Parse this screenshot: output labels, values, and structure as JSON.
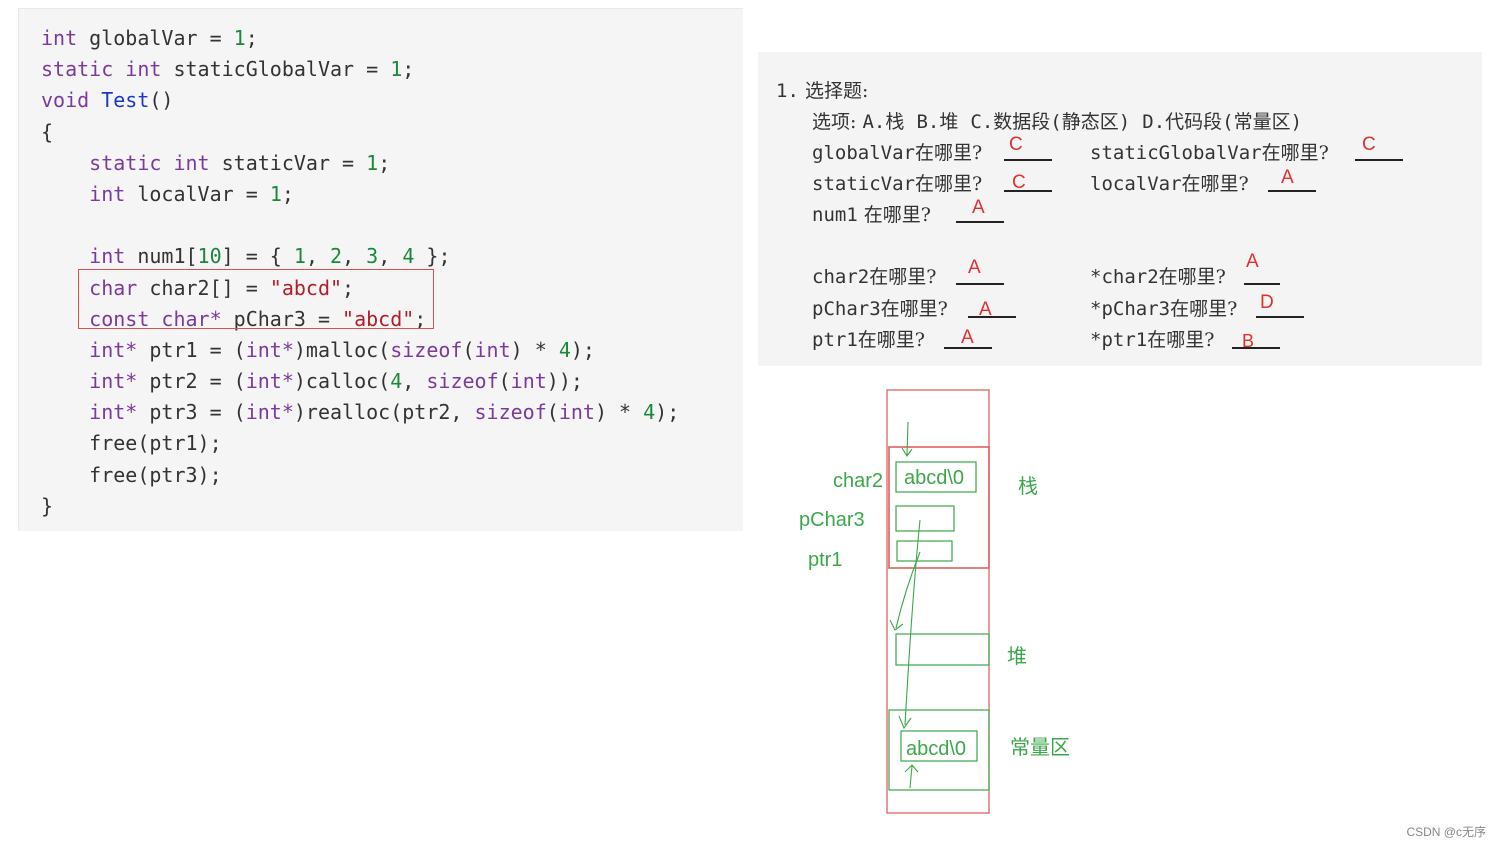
{
  "code": {
    "lines": [
      [
        [
          "kw",
          "int"
        ],
        [
          "plain",
          " globalVar "
        ],
        [
          "plain",
          "= "
        ],
        [
          "num",
          "1"
        ],
        [
          "plain",
          ";"
        ]
      ],
      [
        [
          "kw",
          "static int"
        ],
        [
          "plain",
          " staticGlobalVar "
        ],
        [
          "plain",
          "= "
        ],
        [
          "num",
          "1"
        ],
        [
          "plain",
          ";"
        ]
      ],
      [
        [
          "kw",
          "void"
        ],
        [
          "plain",
          " "
        ],
        [
          "fn",
          "Test"
        ],
        [
          "plain",
          "()"
        ]
      ],
      [
        [
          "plain",
          "{"
        ]
      ],
      [
        [
          "plain",
          "    "
        ],
        [
          "kw",
          "static int"
        ],
        [
          "plain",
          " staticVar "
        ],
        [
          "plain",
          "= "
        ],
        [
          "num",
          "1"
        ],
        [
          "plain",
          ";"
        ]
      ],
      [
        [
          "plain",
          "    "
        ],
        [
          "kw",
          "int"
        ],
        [
          "plain",
          " localVar "
        ],
        [
          "plain",
          "= "
        ],
        [
          "num",
          "1"
        ],
        [
          "plain",
          ";"
        ]
      ],
      [],
      [
        [
          "plain",
          "    "
        ],
        [
          "kw",
          "int"
        ],
        [
          "plain",
          " num1["
        ],
        [
          "num",
          "10"
        ],
        [
          "plain",
          "] = { "
        ],
        [
          "num",
          "1"
        ],
        [
          "plain",
          ", "
        ],
        [
          "num",
          "2"
        ],
        [
          "plain",
          ", "
        ],
        [
          "num",
          "3"
        ],
        [
          "plain",
          ", "
        ],
        [
          "num",
          "4"
        ],
        [
          "plain",
          " };"
        ]
      ],
      [
        [
          "plain",
          "    "
        ],
        [
          "kw",
          "char"
        ],
        [
          "plain",
          " char2[] = "
        ],
        [
          "str",
          "\"abcd\""
        ],
        [
          "plain",
          ";"
        ]
      ],
      [
        [
          "plain",
          "    "
        ],
        [
          "kw",
          "const char*"
        ],
        [
          "plain",
          " pChar3 = "
        ],
        [
          "str",
          "\"abcd\""
        ],
        [
          "plain",
          ";"
        ]
      ],
      [
        [
          "plain",
          "    "
        ],
        [
          "kw",
          "int*"
        ],
        [
          "plain",
          " ptr1 = ("
        ],
        [
          "kw",
          "int*"
        ],
        [
          "plain",
          ")malloc("
        ],
        [
          "kw",
          "sizeof"
        ],
        [
          "plain",
          "("
        ],
        [
          "kw",
          "int"
        ],
        [
          "plain",
          ") * "
        ],
        [
          "num",
          "4"
        ],
        [
          "plain",
          ");"
        ]
      ],
      [
        [
          "plain",
          "    "
        ],
        [
          "kw",
          "int*"
        ],
        [
          "plain",
          " ptr2 = ("
        ],
        [
          "kw",
          "int*"
        ],
        [
          "plain",
          ")calloc("
        ],
        [
          "num",
          "4"
        ],
        [
          "plain",
          ", "
        ],
        [
          "kw",
          "sizeof"
        ],
        [
          "plain",
          "("
        ],
        [
          "kw",
          "int"
        ],
        [
          "plain",
          "));"
        ]
      ],
      [
        [
          "plain",
          "    "
        ],
        [
          "kw",
          "int*"
        ],
        [
          "plain",
          " ptr3 = ("
        ],
        [
          "kw",
          "int*"
        ],
        [
          "plain",
          ")realloc(ptr2, "
        ],
        [
          "kw",
          "sizeof"
        ],
        [
          "plain",
          "("
        ],
        [
          "kw",
          "int"
        ],
        [
          "plain",
          ") * "
        ],
        [
          "num",
          "4"
        ],
        [
          "plain",
          ");"
        ]
      ],
      [
        [
          "plain",
          "    free(ptr1);"
        ]
      ],
      [
        [
          "plain",
          "    free(ptr3);"
        ]
      ],
      [
        [
          "plain",
          "}"
        ]
      ]
    ]
  },
  "quiz": {
    "question_number": "1.",
    "question_title": "选择题:",
    "options_label": "选项:",
    "options": [
      "A.栈",
      "B.堆",
      "C.数据段(静态区)",
      "D.代码段(常量区)"
    ],
    "items": [
      {
        "var": "globalVar",
        "suffix": "在哪里?",
        "answer": "C"
      },
      {
        "var": "staticGlobalVar",
        "suffix": "在哪里?",
        "answer": "C"
      },
      {
        "var": "staticVar",
        "suffix": "在哪里?",
        "answer": "C"
      },
      {
        "var": "localVar",
        "suffix": "在哪里?",
        "answer": "A"
      },
      {
        "var": "num1",
        "suffix": " 在哪里?",
        "answer": "A"
      },
      {
        "var": "char2",
        "suffix": "在哪里?",
        "answer": "A"
      },
      {
        "var": "*char2",
        "suffix": "在哪里?",
        "answer": "A"
      },
      {
        "var": "pChar3",
        "suffix": "在哪里?",
        "answer": "A"
      },
      {
        "var": "*pChar3",
        "suffix": "在哪里?",
        "answer": "D"
      },
      {
        "var": "ptr1",
        "suffix": "在哪里?",
        "answer": "A"
      },
      {
        "var": "*ptr1",
        "suffix": "在哪里?",
        "answer": "B"
      }
    ]
  },
  "memory": {
    "var_labels": [
      "char2",
      "pChar3",
      "ptr1"
    ],
    "stack_cell_text": "abcd\\0",
    "const_cell_text": "abcd\\0",
    "region_labels": [
      "栈",
      "堆",
      "常量区"
    ],
    "colors": {
      "outline": "#e06060",
      "ink": "#3aa84a"
    }
  },
  "watermark": "CSDN @c无序"
}
